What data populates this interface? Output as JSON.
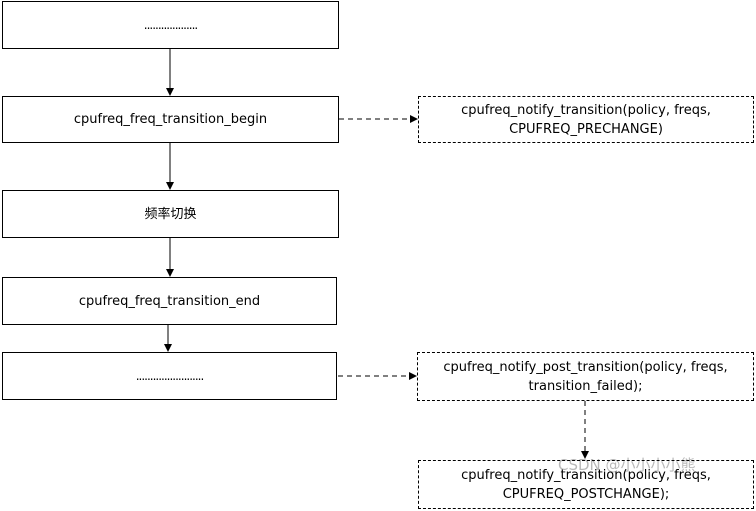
{
  "nodes": {
    "step_top": {
      "label": "..................."
    },
    "begin": {
      "label": "cpufreq_freq_transition_begin"
    },
    "switch": {
      "label": "频率切换"
    },
    "end": {
      "label": "cpufreq_freq_transition_end"
    },
    "step_bottom": {
      "label": "........................"
    },
    "notify_prechange": {
      "line1": "cpufreq_notify_transition(policy, freqs,",
      "line2": "CPUFREQ_PRECHANGE)"
    },
    "notify_post": {
      "line1": "cpufreq_notify_post_transition(policy, freqs,",
      "line2": "transition_failed);"
    },
    "notify_postchange": {
      "line1": "cpufreq_notify_transition(policy, freqs,",
      "line2": "CPUFREQ_POSTCHANGE);"
    }
  },
  "edges": [
    {
      "from": "step_top",
      "to": "begin",
      "style": "solid"
    },
    {
      "from": "begin",
      "to": "switch",
      "style": "solid"
    },
    {
      "from": "switch",
      "to": "end",
      "style": "solid"
    },
    {
      "from": "end",
      "to": "step_bottom",
      "style": "solid"
    },
    {
      "from": "begin",
      "to": "notify_prechange",
      "style": "dashed"
    },
    {
      "from": "step_bottom",
      "to": "notify_post",
      "style": "dashed"
    },
    {
      "from": "notify_post",
      "to": "notify_postchange",
      "style": "dashed"
    }
  ],
  "watermark": "CSDN @小小小小熊",
  "colors": {
    "stroke": "#000000",
    "background": "#ffffff"
  }
}
